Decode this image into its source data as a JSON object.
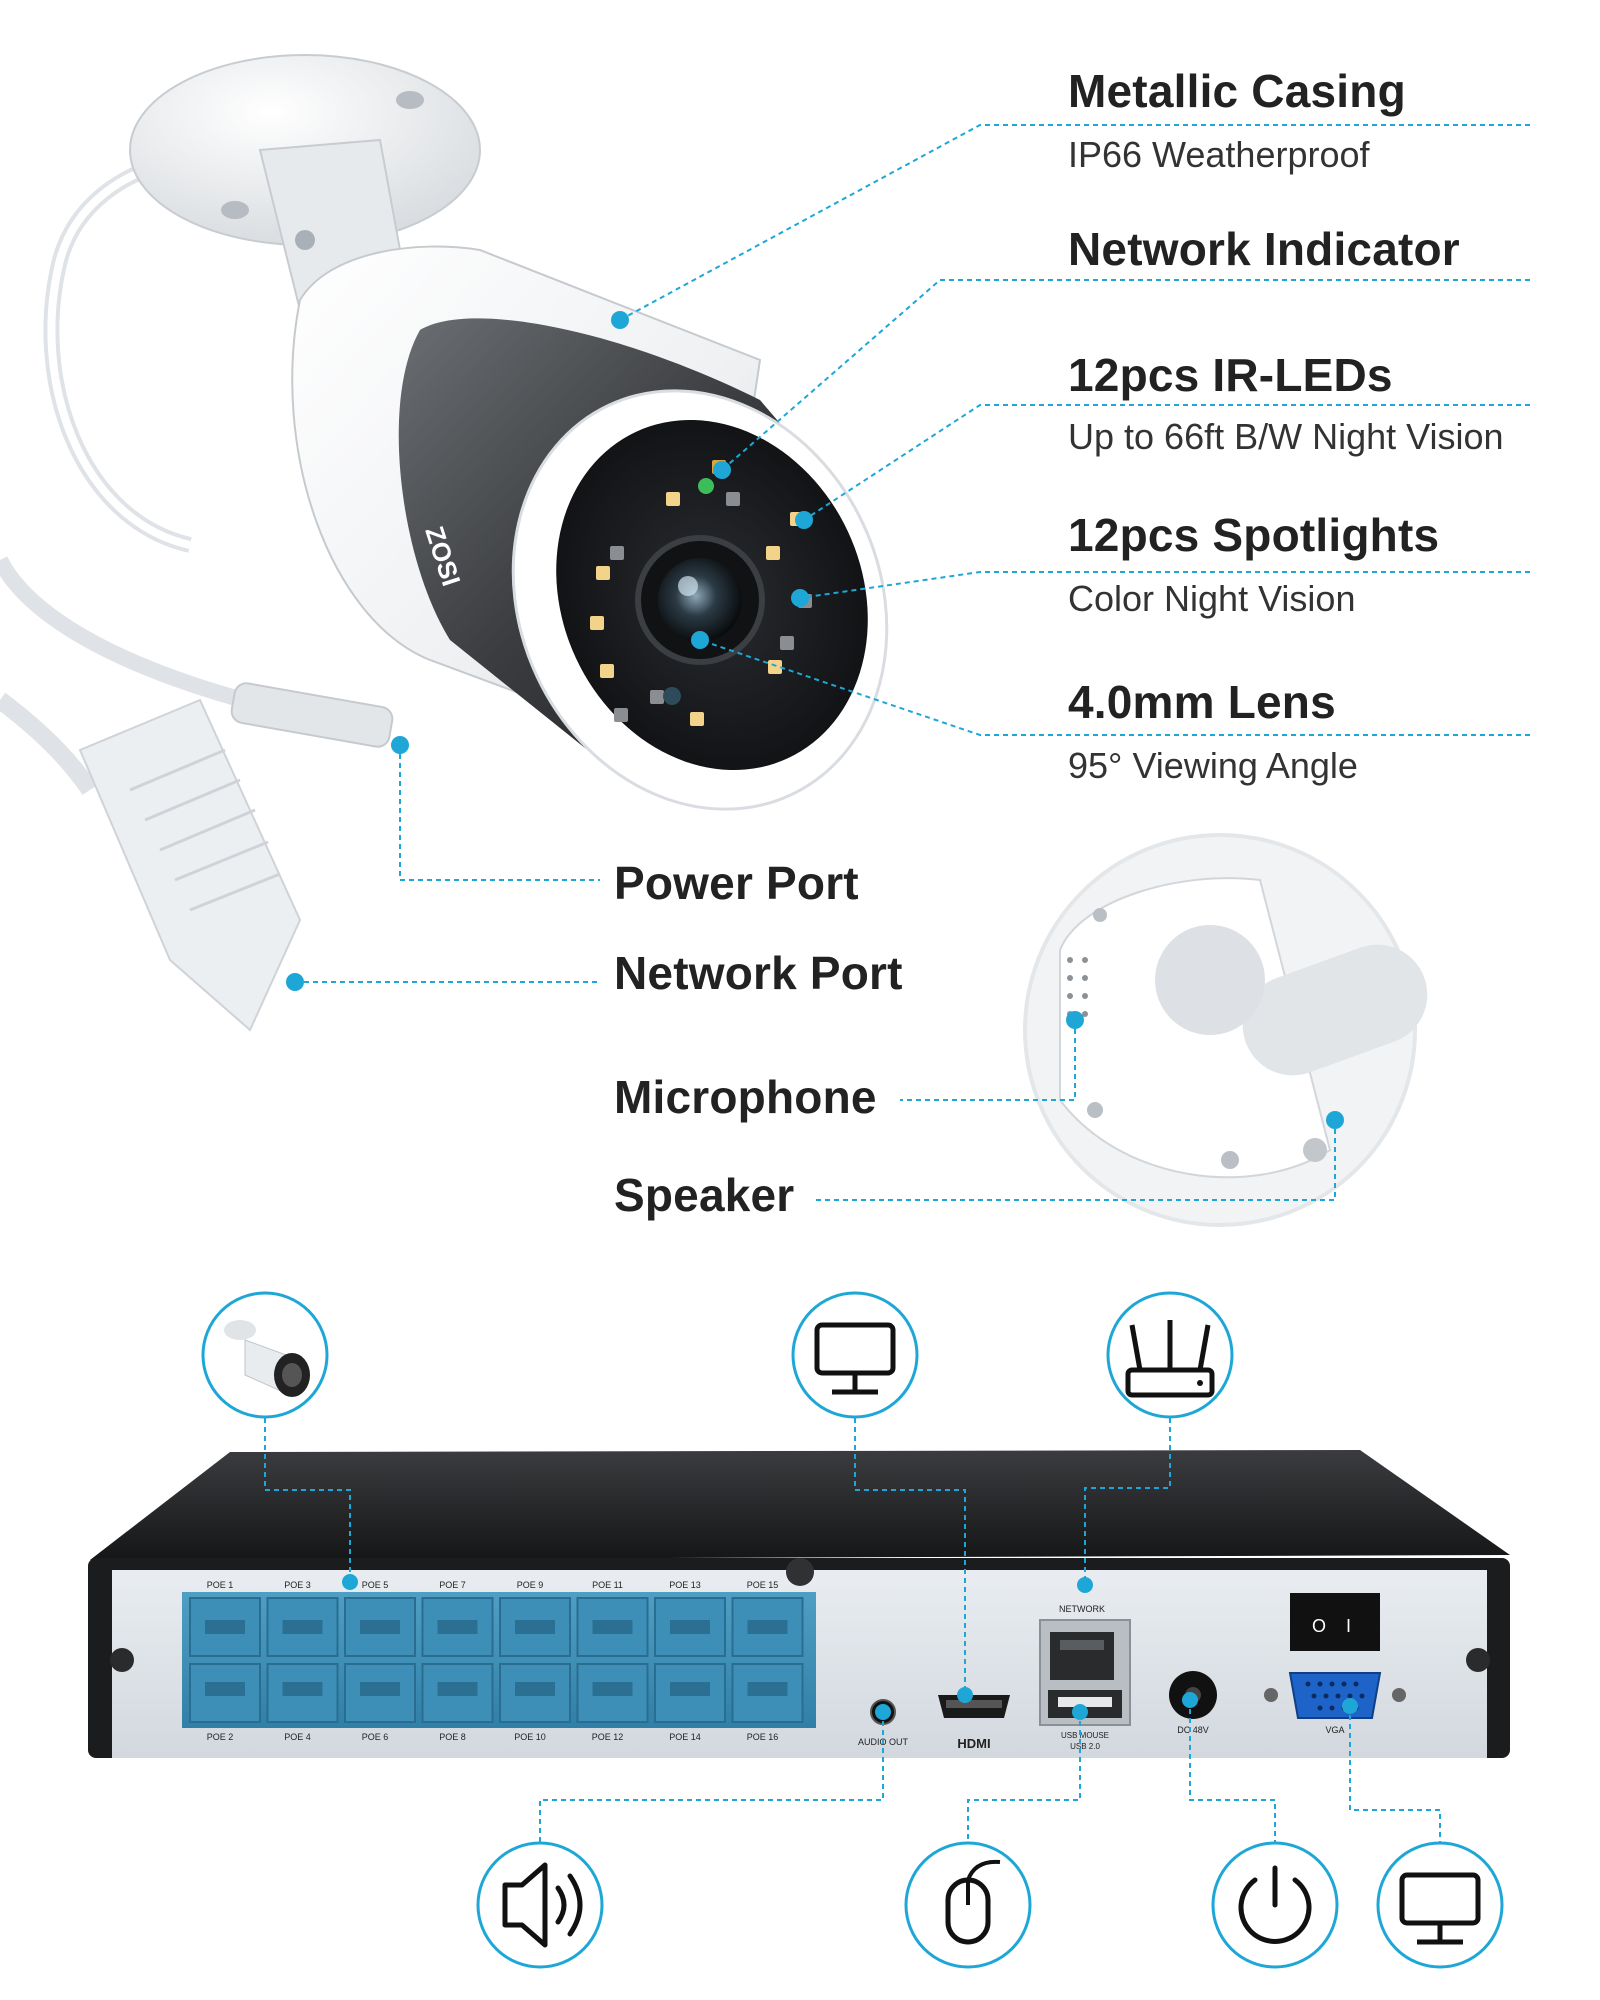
{
  "brand": "ZOSI",
  "accent_color": "#1ea7d6",
  "callouts": {
    "metallic_casing": {
      "title": "Metallic Casing",
      "subtitle": "IP66 Weatherproof"
    },
    "network_indicator": {
      "title": "Network Indicator"
    },
    "ir_leds": {
      "title": "12pcs IR-LEDs",
      "subtitle": "Up to 66ft B/W Night Vision"
    },
    "spotlights": {
      "title": "12pcs Spotlights",
      "subtitle": "Color Night Vision"
    },
    "lens": {
      "title": "4.0mm Lens",
      "subtitle": "95° Viewing Angle"
    },
    "power_port": {
      "title": "Power Port"
    },
    "network_port": {
      "title": "Network Port"
    },
    "microphone": {
      "title": "Microphone"
    },
    "speaker": {
      "title": "Speaker"
    }
  },
  "nvr": {
    "poe_top": [
      "POE 1",
      "POE 3",
      "POE 5",
      "POE 7",
      "POE 9",
      "POE 11",
      "POE 13",
      "POE 15"
    ],
    "poe_bottom": [
      "POE 2",
      "POE 4",
      "POE 6",
      "POE 8",
      "POE 10",
      "POE 12",
      "POE 14",
      "POE 16"
    ],
    "audio_out": "AUDIO OUT",
    "hdmi": "HDMI",
    "network": "NETWORK",
    "usb_mouse": "USB MOUSE",
    "usb_version": "USB 2.0",
    "dc": "DC 48V",
    "vga": "VGA",
    "switch_on": "I",
    "switch_off": "O"
  },
  "icons": {
    "top": [
      "camera-icon",
      "monitor-icon",
      "router-icon"
    ],
    "bottom": [
      "speaker-icon",
      "mouse-icon",
      "power-icon",
      "monitor-icon"
    ]
  }
}
